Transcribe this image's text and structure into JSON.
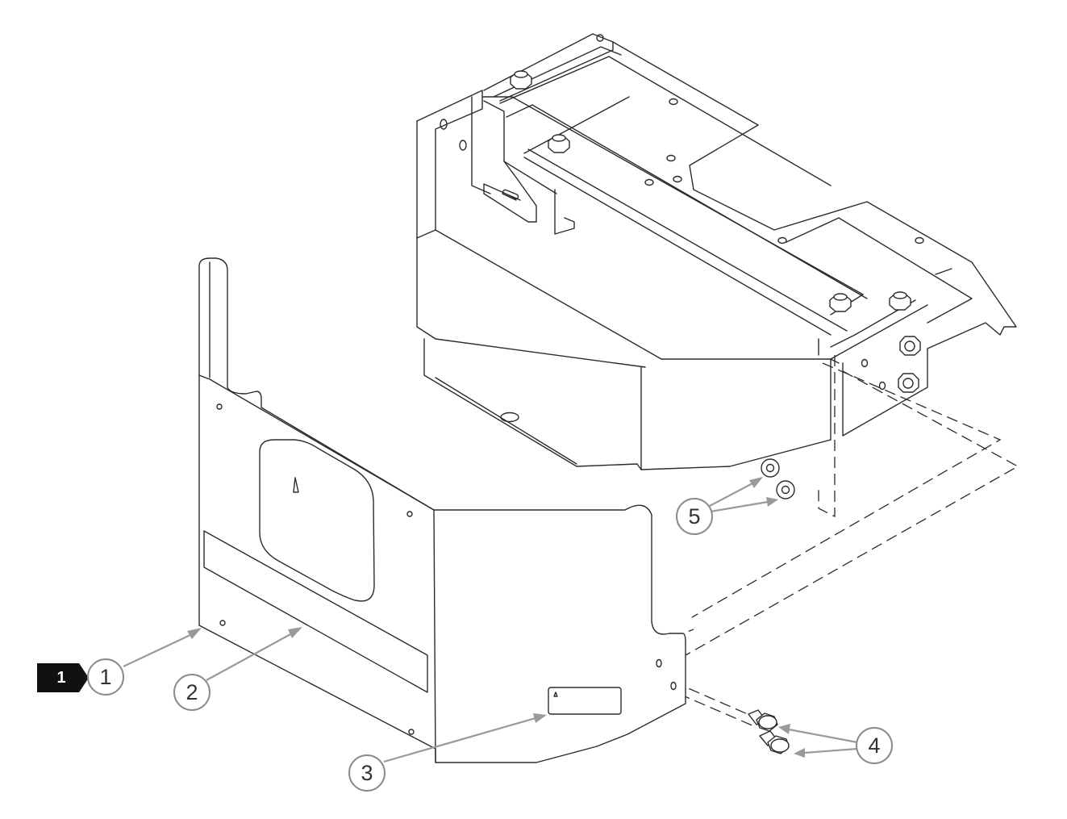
{
  "tag": {
    "label": "1",
    "color": "#111111"
  },
  "callouts": [
    {
      "id": "1",
      "label": "1"
    },
    {
      "id": "2",
      "label": "2"
    },
    {
      "id": "3",
      "label": "3"
    },
    {
      "id": "4",
      "label": "4"
    },
    {
      "id": "5",
      "label": "5"
    }
  ],
  "colors": {
    "line": "#2b2b2b",
    "leader": "#9a9a9a",
    "callout_border": "#8a8a8a"
  }
}
